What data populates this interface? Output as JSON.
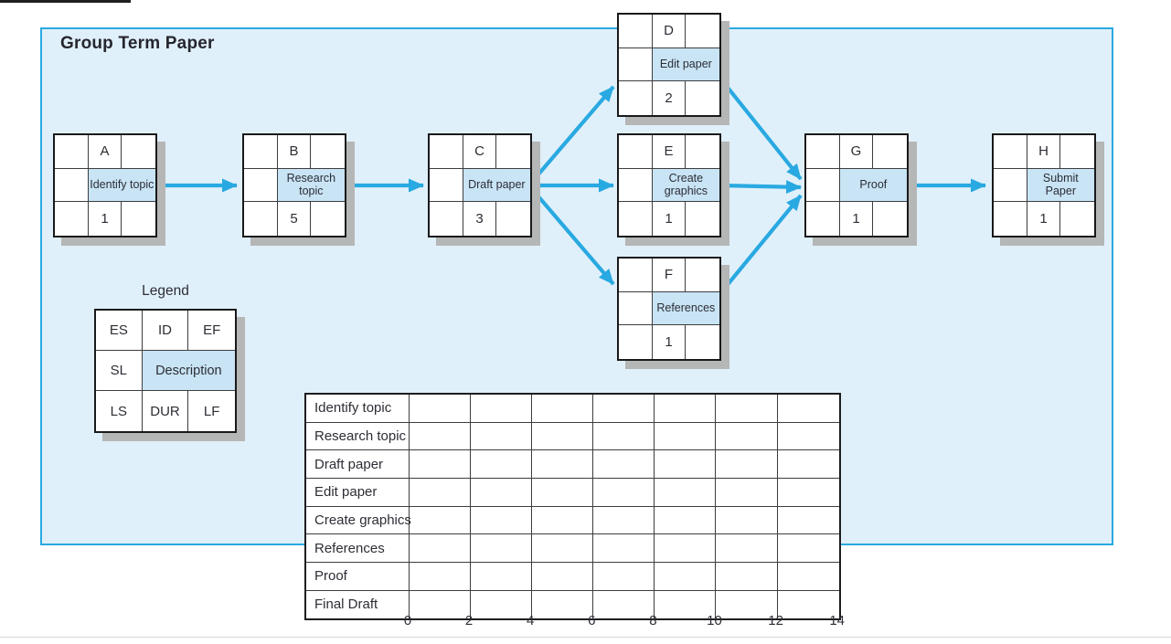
{
  "title": "Group Term Paper",
  "colors": {
    "panel_background": "#e0f0fa",
    "panel_border": "#29a9e1",
    "arrow": "#29a9e1",
    "description_cell": "#c8e4f5",
    "node_border": "#19191b",
    "shadow": "#b5b6b6",
    "text": "#2d2d35"
  },
  "legend": {
    "title": "Legend",
    "cells": {
      "es": "ES",
      "id": "ID",
      "ef": "EF",
      "sl": "SL",
      "description": "Description",
      "ls": "LS",
      "dur": "DUR",
      "lf": "LF"
    }
  },
  "nodes": [
    {
      "id": "A",
      "description": "Identify topic",
      "duration": "1"
    },
    {
      "id": "B",
      "description": "Research topic",
      "duration": "5"
    },
    {
      "id": "C",
      "description": "Draft paper",
      "duration": "3"
    },
    {
      "id": "D",
      "description": "Edit paper",
      "duration": "2"
    },
    {
      "id": "E",
      "description": "Create graphics",
      "duration": "1"
    },
    {
      "id": "F",
      "description": "References",
      "duration": "1"
    },
    {
      "id": "G",
      "description": "Proof",
      "duration": "1"
    },
    {
      "id": "H",
      "description": "Submit Paper",
      "duration": "1"
    }
  ],
  "edges": [
    "A-B",
    "B-C",
    "C-D",
    "C-E",
    "C-F",
    "D-G",
    "E-G",
    "F-G",
    "G-H"
  ],
  "gantt": {
    "rows": [
      "Identify topic",
      "Research topic",
      "Draft paper",
      "Edit paper",
      "Create graphics",
      "References",
      "Proof",
      "Final Draft"
    ],
    "columns": 7,
    "axis": [
      "0",
      "2",
      "4",
      "6",
      "8",
      "10",
      "12",
      "14"
    ]
  }
}
